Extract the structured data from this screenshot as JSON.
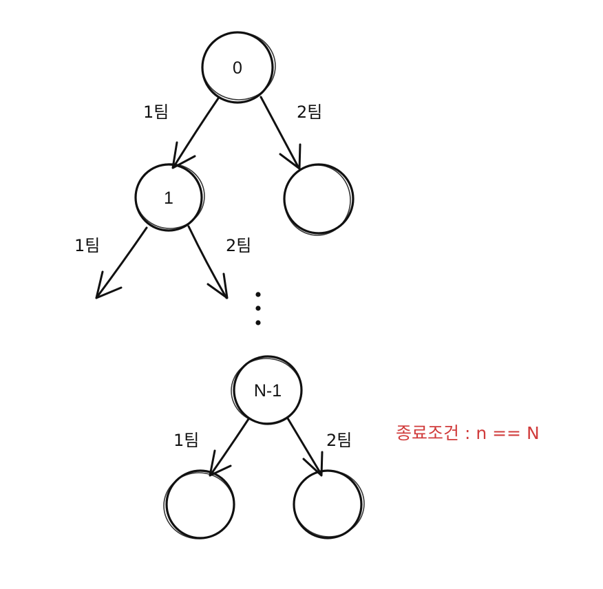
{
  "tree": {
    "nodes": [
      {
        "id": "root",
        "label": "0"
      },
      {
        "id": "level1-left",
        "label": "1"
      },
      {
        "id": "level1-right",
        "label": ""
      },
      {
        "id": "last",
        "label": "N-1"
      },
      {
        "id": "last-left",
        "label": ""
      },
      {
        "id": "last-right",
        "label": ""
      }
    ],
    "edges": [
      {
        "from": "root",
        "to": "level1-left",
        "label": "1팀"
      },
      {
        "from": "root",
        "to": "level1-right",
        "label": "2팀"
      },
      {
        "from": "level1-left",
        "to": "open-left",
        "label": "1팀"
      },
      {
        "from": "level1-left",
        "to": "open-right",
        "label": "2팀"
      },
      {
        "from": "last",
        "to": "last-left",
        "label": "1팀"
      },
      {
        "from": "last",
        "to": "last-right",
        "label": "2팀"
      }
    ]
  },
  "note": {
    "text": "종료조건 : n == N",
    "color": "#d03b3b"
  },
  "colors": {
    "ink": "#111111",
    "background": "#ffffff"
  }
}
